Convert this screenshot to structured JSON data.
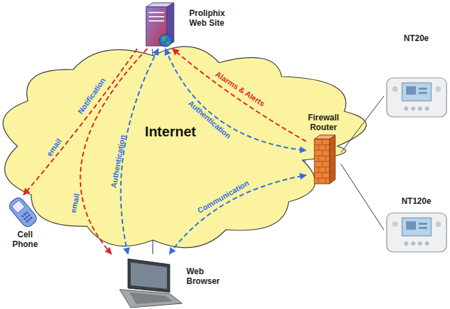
{
  "diagram": {
    "nodes": [
      {
        "text": [
          "Proliphix Web Site"
        ]
      },
      {
        "text": [
          "Internet"
        ]
      },
      {
        "text": [
          "Firewall Router"
        ]
      },
      {
        "text": [
          "NT20e"
        ]
      },
      {
        "text": [
          "NT120e"
        ]
      },
      {
        "text": [
          "Cell Phone"
        ]
      },
      {
        "text": [
          "Web Browser"
        ]
      }
    ],
    "edges": [
      {
        "from": 0,
        "to": 5,
        "label": "Notification",
        "arrow": "to"
      },
      {
        "from": 0,
        "to": 6,
        "label": "email",
        "arrow": "to"
      },
      {
        "from": 6,
        "to": 0,
        "label": "Authentication",
        "arrow": "both"
      },
      {
        "from": 0,
        "to": 2,
        "label": "Authentication",
        "arrow": "both"
      },
      {
        "from": 2,
        "to": 0,
        "label": "Alarms & Alerts",
        "arrow": "to"
      },
      {
        "from": 6,
        "to": 2,
        "label": "Communication",
        "arrow": "both"
      },
      {
        "from": 0,
        "to": 1,
        "arrow": "none"
      },
      {
        "from": 1,
        "to": 2,
        "arrow": "none"
      },
      {
        "from": 1,
        "to": 6,
        "arrow": "none"
      },
      {
        "from": 2,
        "to": 3,
        "arrow": "none"
      },
      {
        "from": 2,
        "to": 4,
        "arrow": "none"
      }
    ],
    "labels": [
      "email"
    ]
  }
}
